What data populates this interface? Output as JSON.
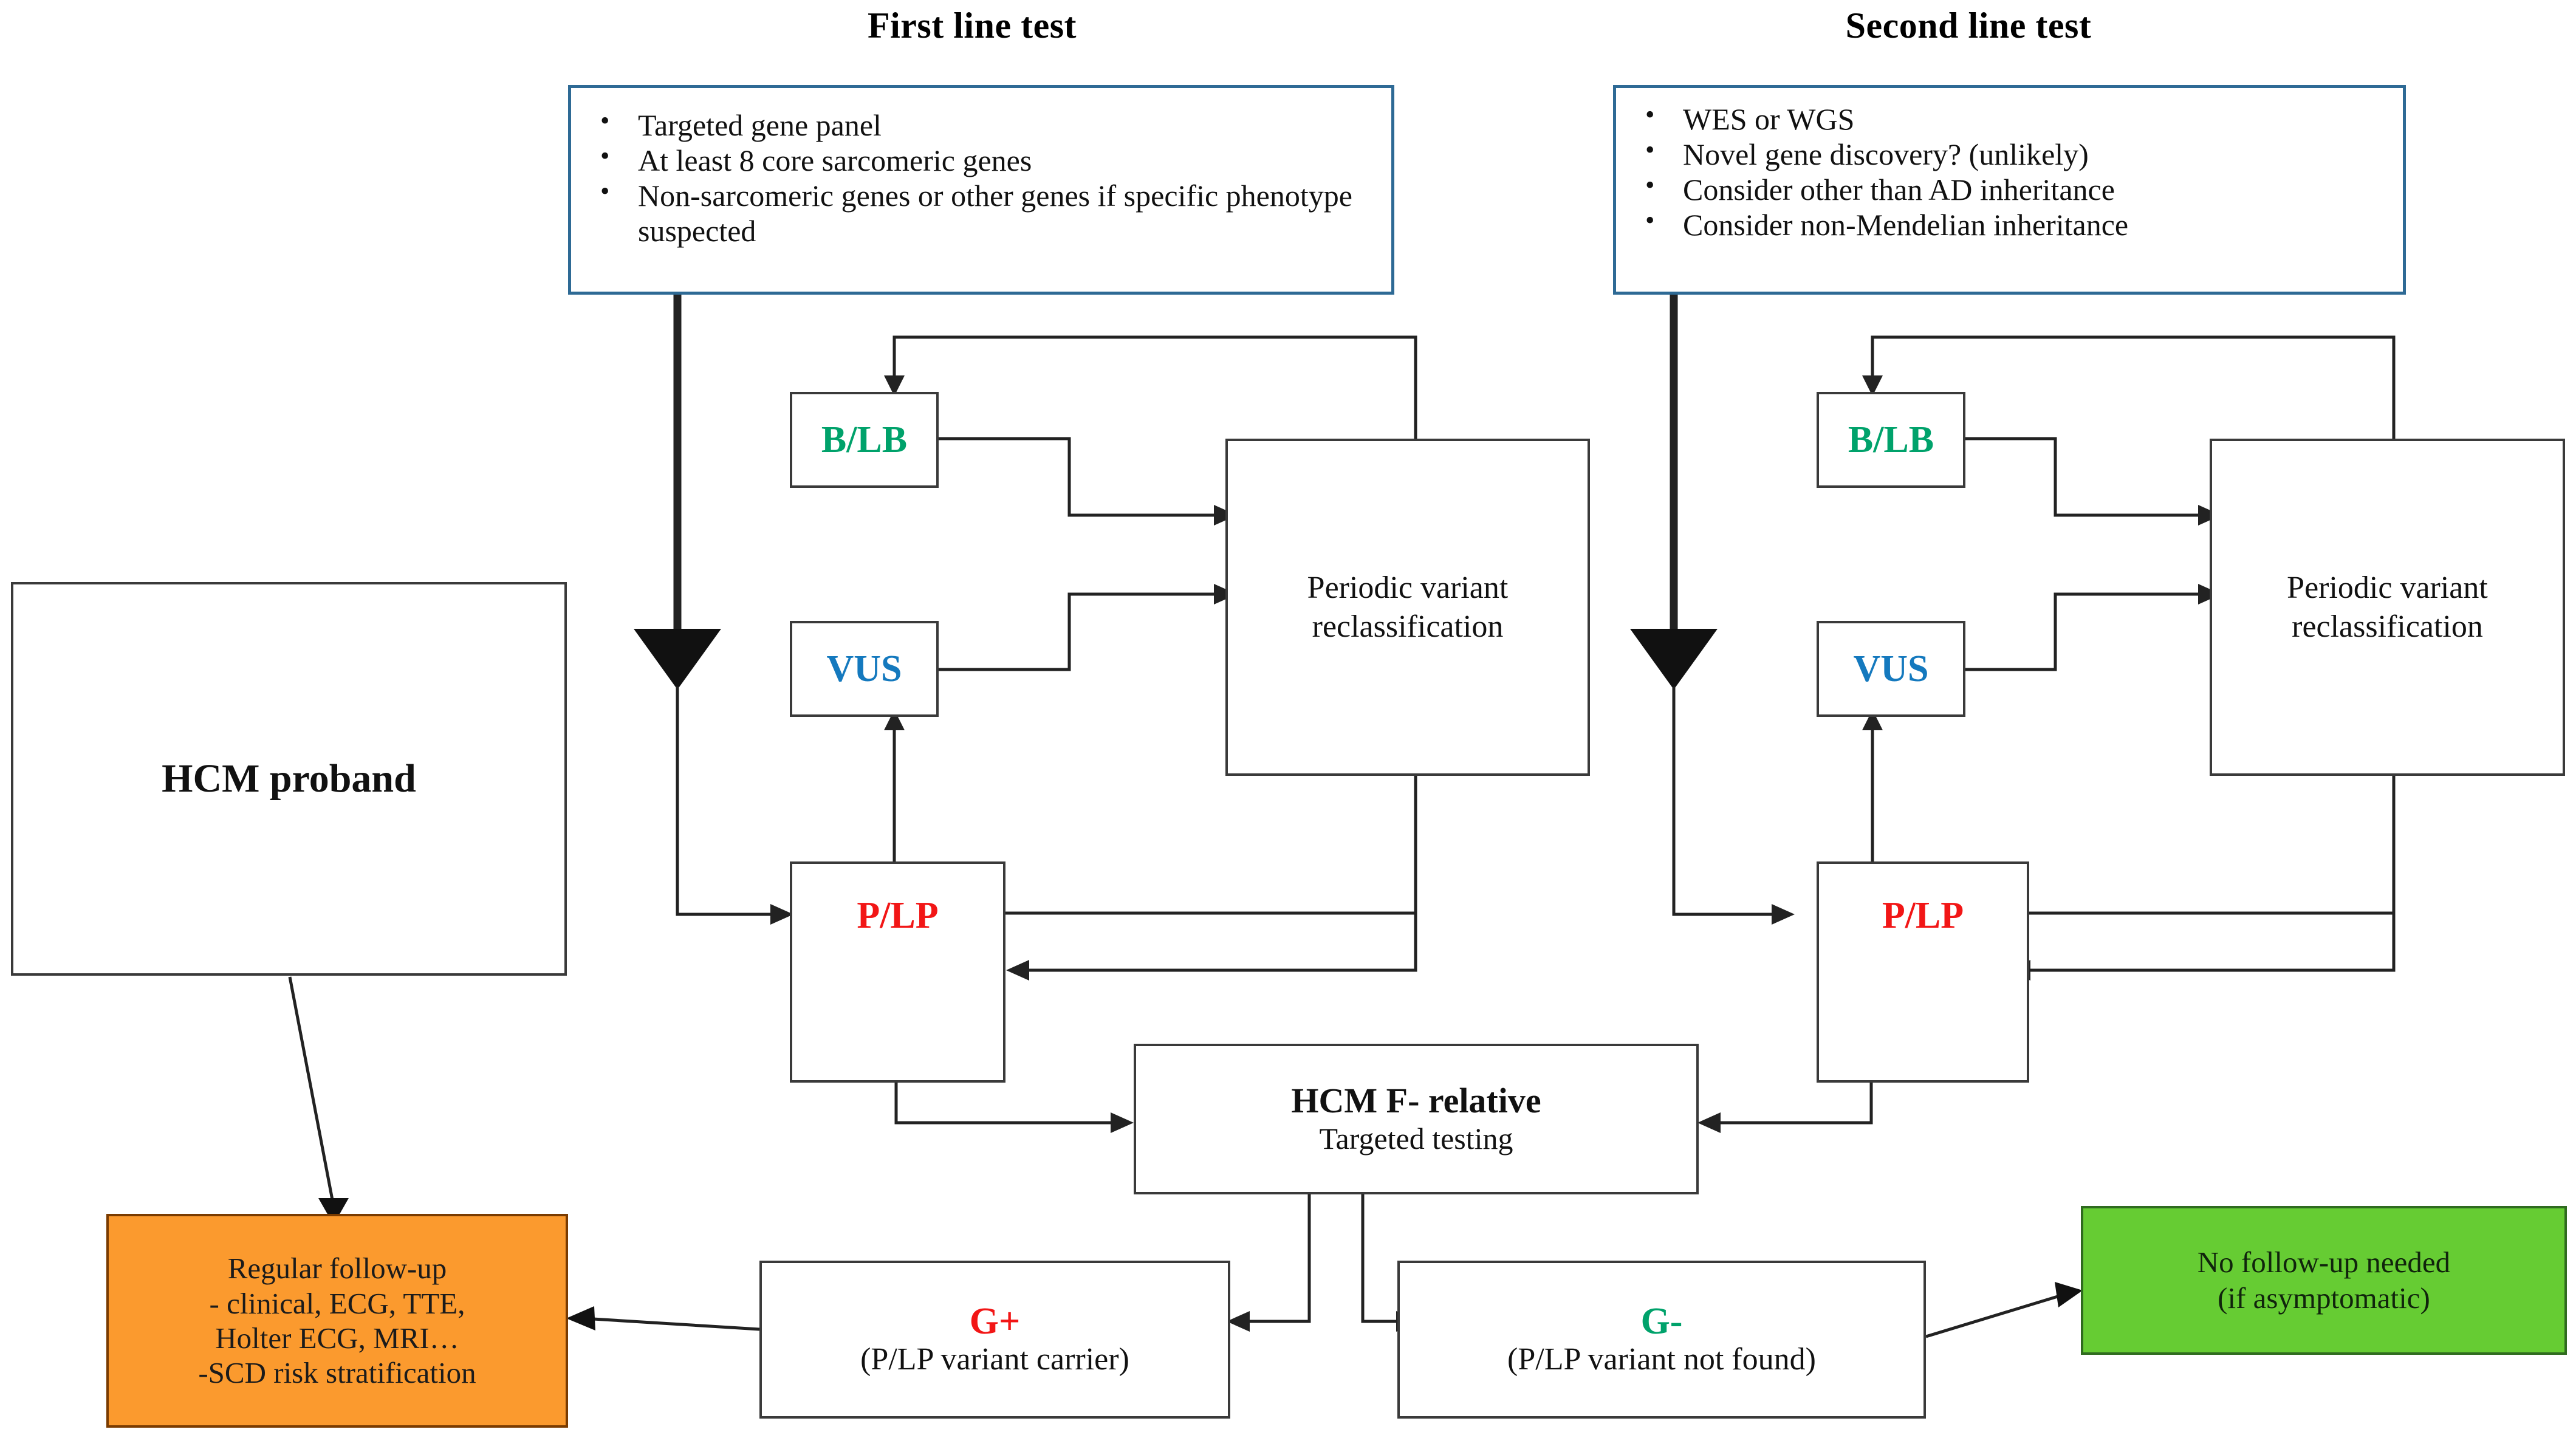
{
  "titles": {
    "first_line": "First line test",
    "second_line": "Second line test"
  },
  "first_line_box": {
    "items": [
      "Targeted gene panel",
      "At least 8 core sarcomeric genes",
      "Non-sarcomeric genes or other genes if specific phenotype suspected"
    ]
  },
  "second_line_box": {
    "items": [
      "WES or WGS",
      "Novel gene discovery? (unlikely)",
      "Consider other than AD inheritance",
      "Consider non-Mendelian inheritance"
    ]
  },
  "proband": {
    "label": "HCM proband"
  },
  "left_cluster": {
    "blb": "B/LB",
    "vus": "VUS",
    "plp": "P/LP",
    "reclassification_line1": "Periodic variant",
    "reclassification_line2": "reclassification"
  },
  "right_cluster": {
    "blb": "B/LB",
    "vus": "VUS",
    "plp": "P/LP",
    "reclassification_line1": "Periodic variant",
    "reclassification_line2": "reclassification"
  },
  "relative": {
    "title": "HCM F- relative",
    "subtitle": "Targeted testing"
  },
  "gplus": {
    "label": "G+",
    "detail": "(P/LP variant carrier)"
  },
  "gminus": {
    "label": "G-",
    "detail": "(P/LP variant not found)"
  },
  "followup": {
    "line1": "Regular follow-up",
    "line2": "- clinical, ECG, TTE,",
    "line3": "Holter ECG, MRI…",
    "line4": "-SCD risk stratification"
  },
  "no_followup": {
    "line1": "No follow-up needed",
    "line2": "(if asymptomatic)"
  },
  "colors": {
    "benign_green": "#00A26B",
    "vus_blue": "#1479BE",
    "pathogenic_red": "#F21616",
    "box_border_blue": "#2E6A95",
    "followup_orange": "#FB9A2E",
    "no_followup_green": "#66CC33",
    "wire_black": "#222222"
  }
}
